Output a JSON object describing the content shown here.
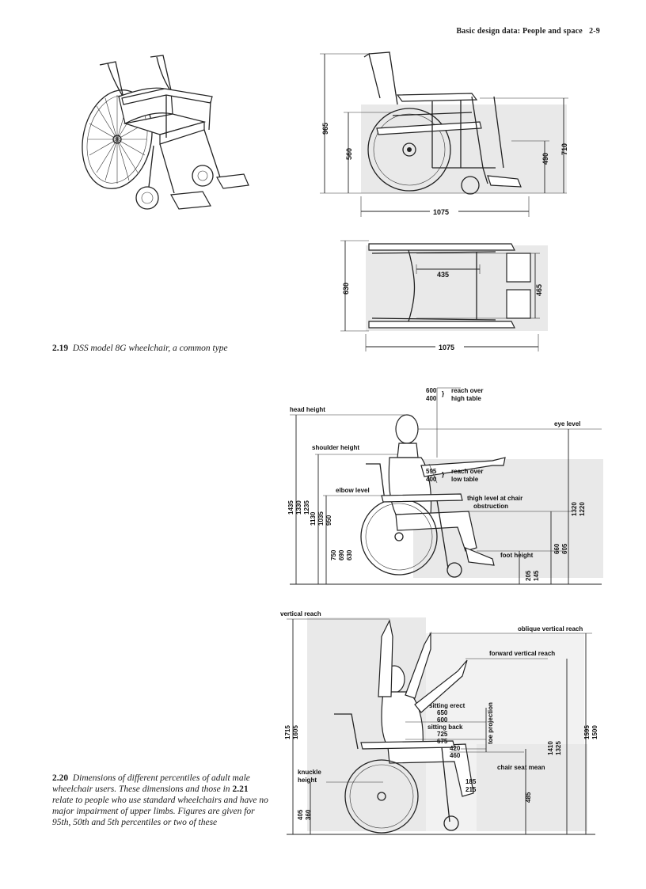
{
  "header": {
    "running_title": "Basic design data: People and space",
    "page_number": "2-9"
  },
  "fig219": {
    "number": "2.19",
    "caption": "DSS model 8G wheelchair, a common type",
    "side_view": {
      "height_overall": "965",
      "seat_height": "560",
      "length": "1075",
      "armrest_height": "710",
      "footrest_height": "490"
    },
    "plan_view": {
      "width_overall": "630",
      "seat_depth": "435",
      "seat_width": "465",
      "length": "1075"
    }
  },
  "fig220": {
    "number": "2.20",
    "caption_part1": "Dimensions of different percentiles of adult male wheelchair users. These dimensions and those in",
    "ref": "2.21",
    "caption_part2": "relate to people who use standard wheelchairs and have no major impairment of upper limbs. Figures are given for 95th, 50th and 5th percentiles or two of these",
    "labels": {
      "head_height": "head height",
      "shoulder_height": "shoulder height",
      "elbow_level": "elbow level",
      "eye_level": "eye level",
      "reach_high": "reach over high table",
      "reach_high_l1": "reach over",
      "reach_high_l2": "high table",
      "reach_low_l1": "reach over",
      "reach_low_l2": "low table",
      "thigh_l1": "thigh level at chair",
      "thigh_l2": "obstruction",
      "foot_height": "foot height"
    },
    "values": {
      "reach_high_a": "600",
      "reach_high_b": "400",
      "reach_low_a": "595",
      "reach_low_b": "400",
      "head_a": "1435",
      "head_b": "1330",
      "head_c": "1235",
      "shoulder_a": "1130",
      "shoulder_b": "1035",
      "shoulder_c": "950",
      "elbow_a": "750",
      "elbow_b": "690",
      "elbow_c": "630",
      "eye_a": "1320",
      "eye_b": "1220",
      "thigh_a": "660",
      "thigh_b": "605",
      "foot_a": "205",
      "foot_b": "145"
    }
  },
  "fig221": {
    "labels": {
      "vertical_reach": "vertical reach",
      "oblique_vertical_reach": "oblique vertical reach",
      "forward_vertical_reach": "forward vertical reach",
      "sitting_erect": "sitting erect",
      "sitting_back": "sitting back",
      "toe_projection": "toe projection",
      "knuckle_l1": "knuckle",
      "knuckle_l2": "height",
      "chair_seat_mean": "chair seat mean"
    },
    "values": {
      "vertical_a": "1715",
      "vertical_b": "1605",
      "erect_a": "650",
      "erect_b": "600",
      "back_a": "725",
      "back_b": "675",
      "toe_a": "420",
      "toe_b": "460",
      "knuckle_a": "405",
      "knuckle_b": "360",
      "knee_a": "185",
      "knee_b": "215",
      "seat": "485",
      "forward_a": "1410",
      "forward_b": "1325",
      "oblique_a": "1595",
      "oblique_b": "1500"
    }
  }
}
